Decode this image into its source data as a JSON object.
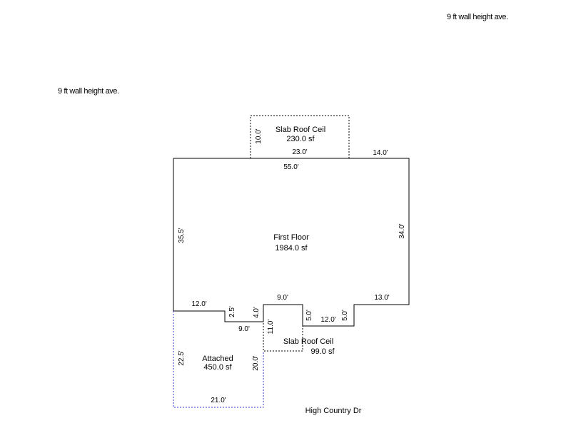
{
  "notes": {
    "wall_height_top": "9 ft wall height ave.",
    "wall_height_left": "9 ft wall height ave."
  },
  "street": "High Country Dr",
  "areas": {
    "slab_top": {
      "name": "Slab Roof Ceil",
      "size": "230.0 sf"
    },
    "first_floor": {
      "name": "First Floor",
      "size": "1984.0 sf"
    },
    "slab_bottom": {
      "name": "Slab Roof Ceil",
      "size": "99.0 sf"
    },
    "attached": {
      "name": "Attached",
      "size": "450.0 sf"
    }
  },
  "dimensions": {
    "slab_top_side": "10.0'",
    "slab_top_bottom": "23.0'",
    "main_top_right": "14.0'",
    "main_top": "55.0'",
    "main_left": "35.5'",
    "main_right": "34.0'",
    "step_left_top": "12.0'",
    "step_drop_a": "2.5'",
    "step_drop_b": "4.0'",
    "step_bottom": "9.0'",
    "slab_bottom_top": "9.0'",
    "slab_bottom_side": "11.0'",
    "notch_left": "5.0'",
    "notch_bottom": "12.0'",
    "notch_right": "5.0'",
    "right_bottom": "13.0'",
    "attached_left": "22.5'",
    "attached_right": "20.0'",
    "attached_bottom": "21.0'"
  },
  "colors": {
    "wall": "#000000",
    "attached_outline": "#3333cc"
  }
}
